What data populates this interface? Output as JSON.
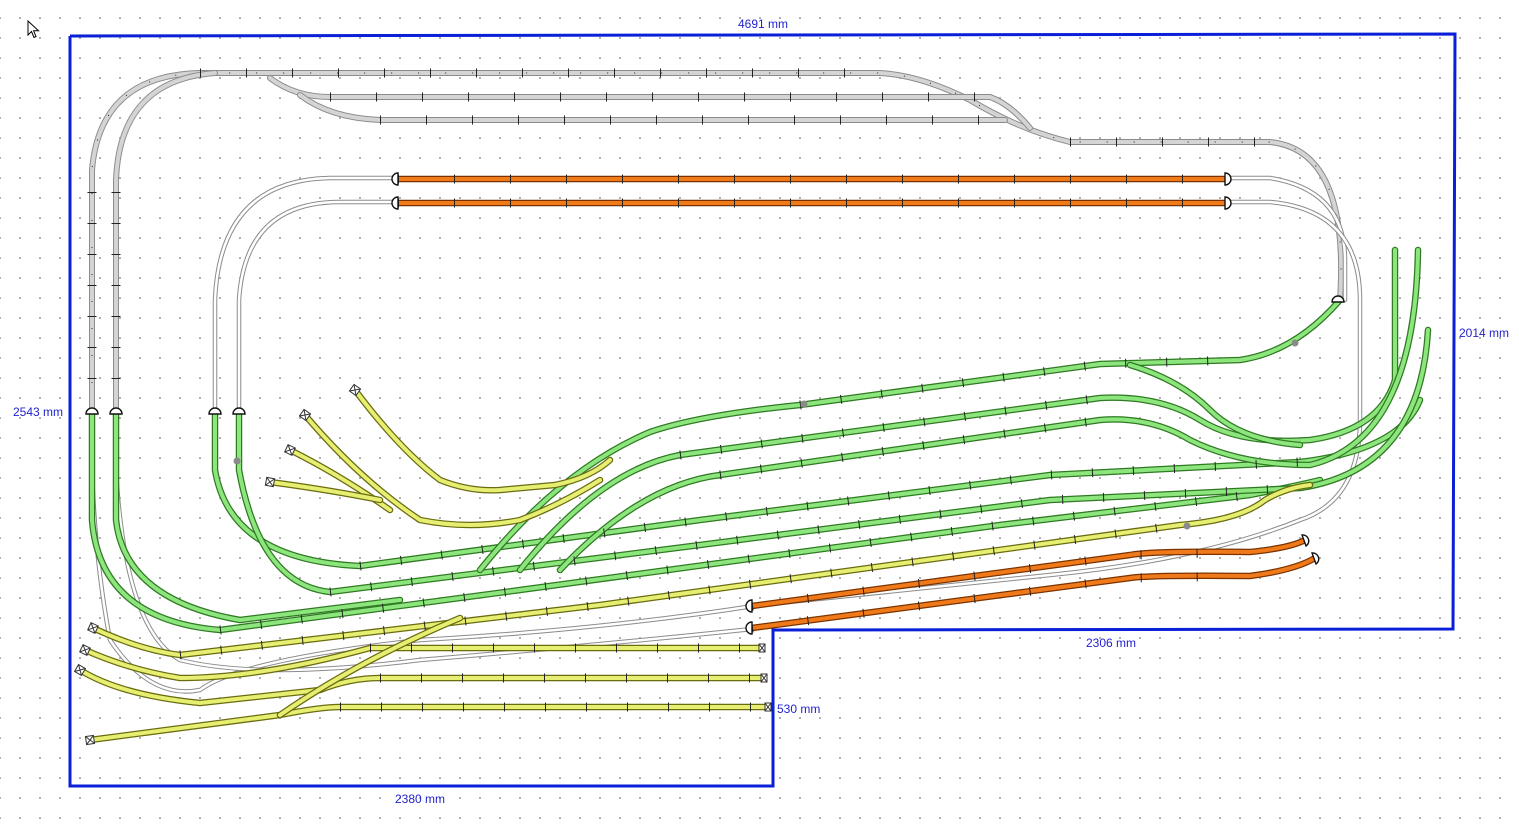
{
  "dimensions": {
    "top": "4691 mm",
    "left": "2543 mm",
    "right": "2014 mm",
    "step_bottom": "2306 mm",
    "step_side": "530 mm",
    "bottom": "2380 mm"
  },
  "colors": {
    "baseboard": "#0a1fd8",
    "track_grey": "#c8c8c8",
    "track_outline": "#909090",
    "track_green": "#8de67d",
    "track_yellow": "#e4ee6e",
    "track_orange": "#f07a1a",
    "tie": "#222222",
    "dimension_text": "#1f1fd0"
  },
  "tracks": {
    "grey": "staging-loop",
    "outline": "hidden-return-loop",
    "green": "main-lines",
    "yellow": "yard-and-sidings",
    "orange": "station-tracks"
  },
  "icons": {
    "cursor": "arrow-cursor-icon",
    "bumper": "buffer-stop-icon",
    "end": "track-end-icon"
  }
}
